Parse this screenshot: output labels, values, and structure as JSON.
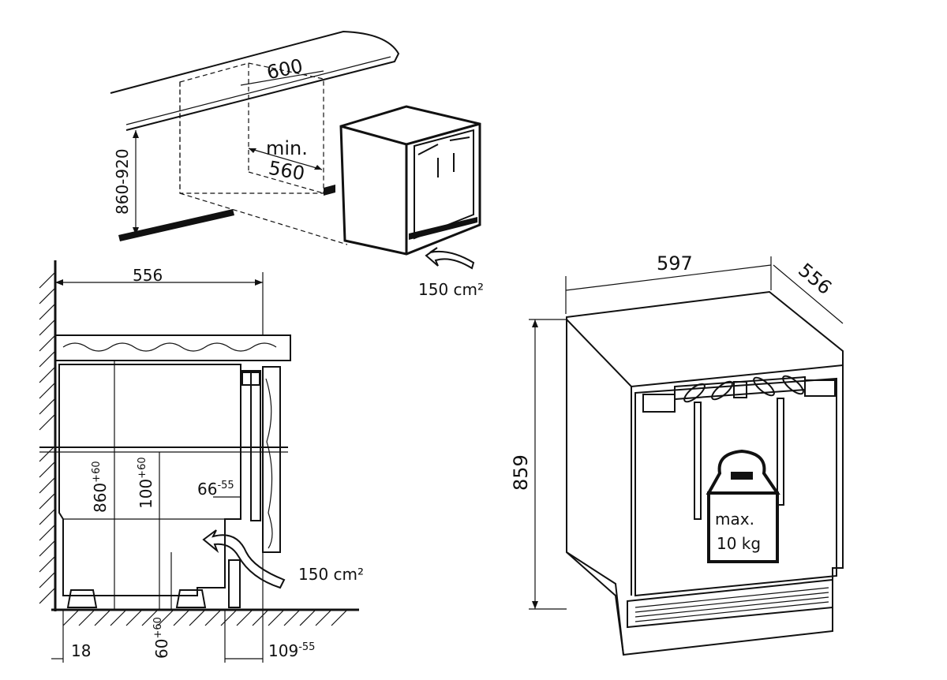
{
  "top": {
    "width_600": "600",
    "min_label": "min.",
    "depth_560": "560",
    "height_range": "860-920",
    "vent_150": "150 cm²"
  },
  "side": {
    "depth_556": "556",
    "h860": "860",
    "h860_tol": "+60",
    "h100": "100",
    "h100_tol": "+60",
    "d66": "66",
    "d66_tol": "-55",
    "vent_150": "150 cm²",
    "w18": "18",
    "h60": "60",
    "h60_tol": "+60",
    "d109": "109",
    "d109_tol": "-55"
  },
  "appliance": {
    "width_597": "597",
    "depth_556": "556",
    "height_859": "859",
    "weight_line1": "max.",
    "weight_line2": "10 kg"
  }
}
